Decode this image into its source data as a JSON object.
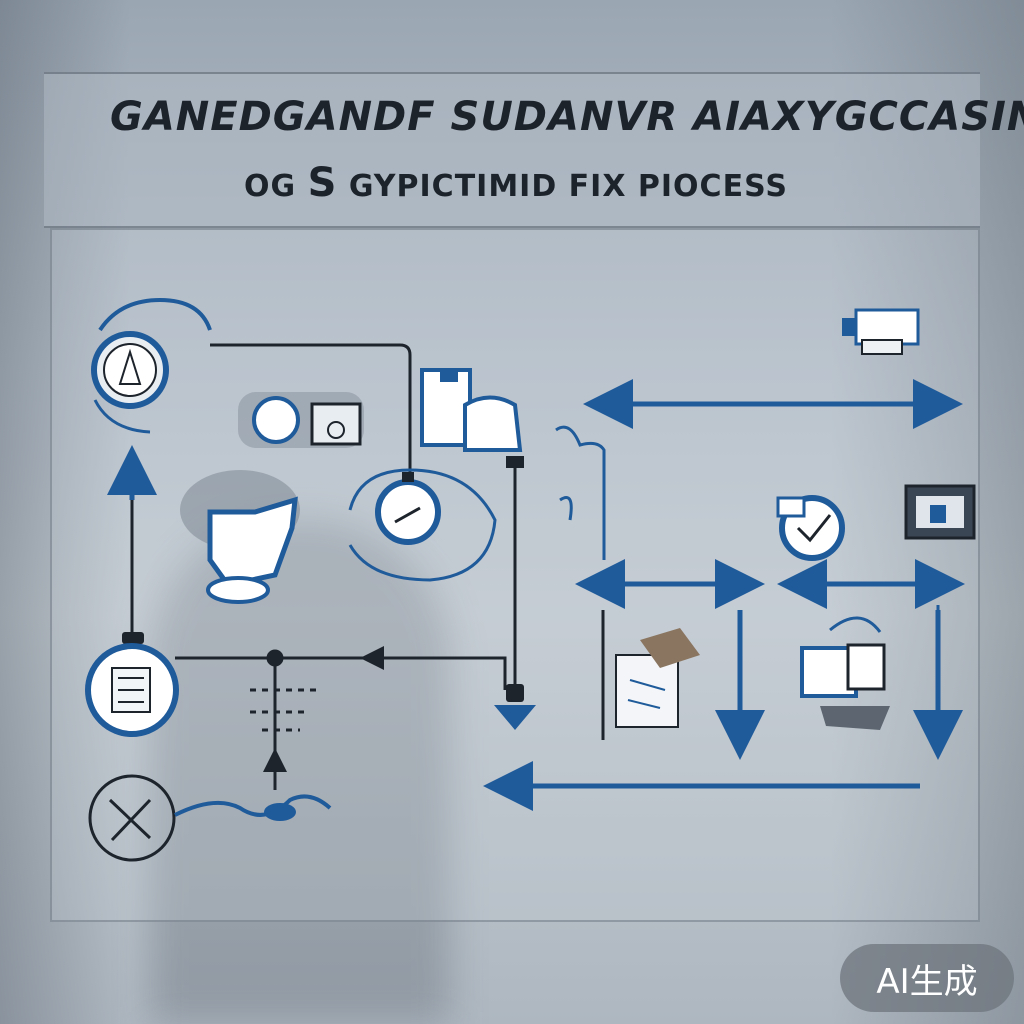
{
  "title": {
    "line1": "GANEDGANDF SUDANVR  AIAXYGCCASIN",
    "line2_prefix": "OG ",
    "line2_big": "S",
    "line2_rest": " GYPICTIMID FIX PIOCESS"
  },
  "colors": {
    "accent_blue": "#1f5a9a",
    "line_dark": "#1e242c",
    "panel_border": "#6e7884"
  },
  "icons": [
    "clock-dial-icon",
    "meter-icon",
    "document-stack-icon",
    "timer-check-icon",
    "thumbs-up-icon",
    "checklist-icon",
    "database-icon",
    "scissors-icon",
    "folder-icon",
    "report-laptop-icon",
    "printer-icon",
    "check-badge-icon",
    "inbox-icon"
  ],
  "watermark": "AI生成"
}
